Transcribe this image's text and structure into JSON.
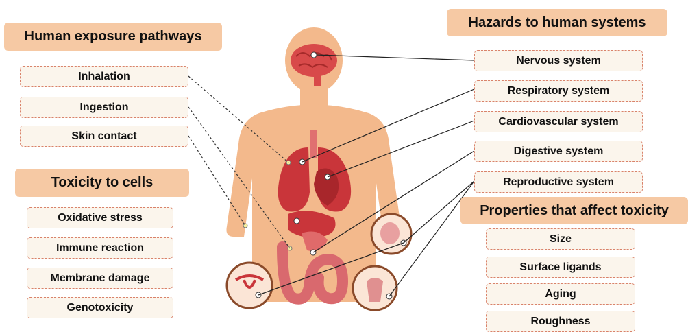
{
  "exposure": {
    "title": "Human exposure pathways",
    "items": [
      "Inhalation",
      "Ingestion",
      "Skin contact"
    ]
  },
  "cells": {
    "title": "Toxicity to cells",
    "items": [
      "Oxidative stress",
      "Immune reaction",
      "Membrane damage",
      "Genotoxicity"
    ]
  },
  "systems": {
    "title": "Hazards to human systems",
    "items": [
      "Nervous system",
      "Respiratory system",
      "Cardiovascular system",
      "Digestive system",
      "Reproductive system"
    ]
  },
  "properties": {
    "title": "Properties that affect toxicity",
    "items": [
      "Size",
      "Surface ligands",
      "Aging",
      "Roughness"
    ]
  },
  "colors": {
    "header_fill": "#f6c9a4",
    "box_fill": "#fbf5ec",
    "box_border": "#d9826a",
    "body_skin": "#f3b98c",
    "organ_red": "#c9353a",
    "circle_border": "#8a4a2a"
  }
}
